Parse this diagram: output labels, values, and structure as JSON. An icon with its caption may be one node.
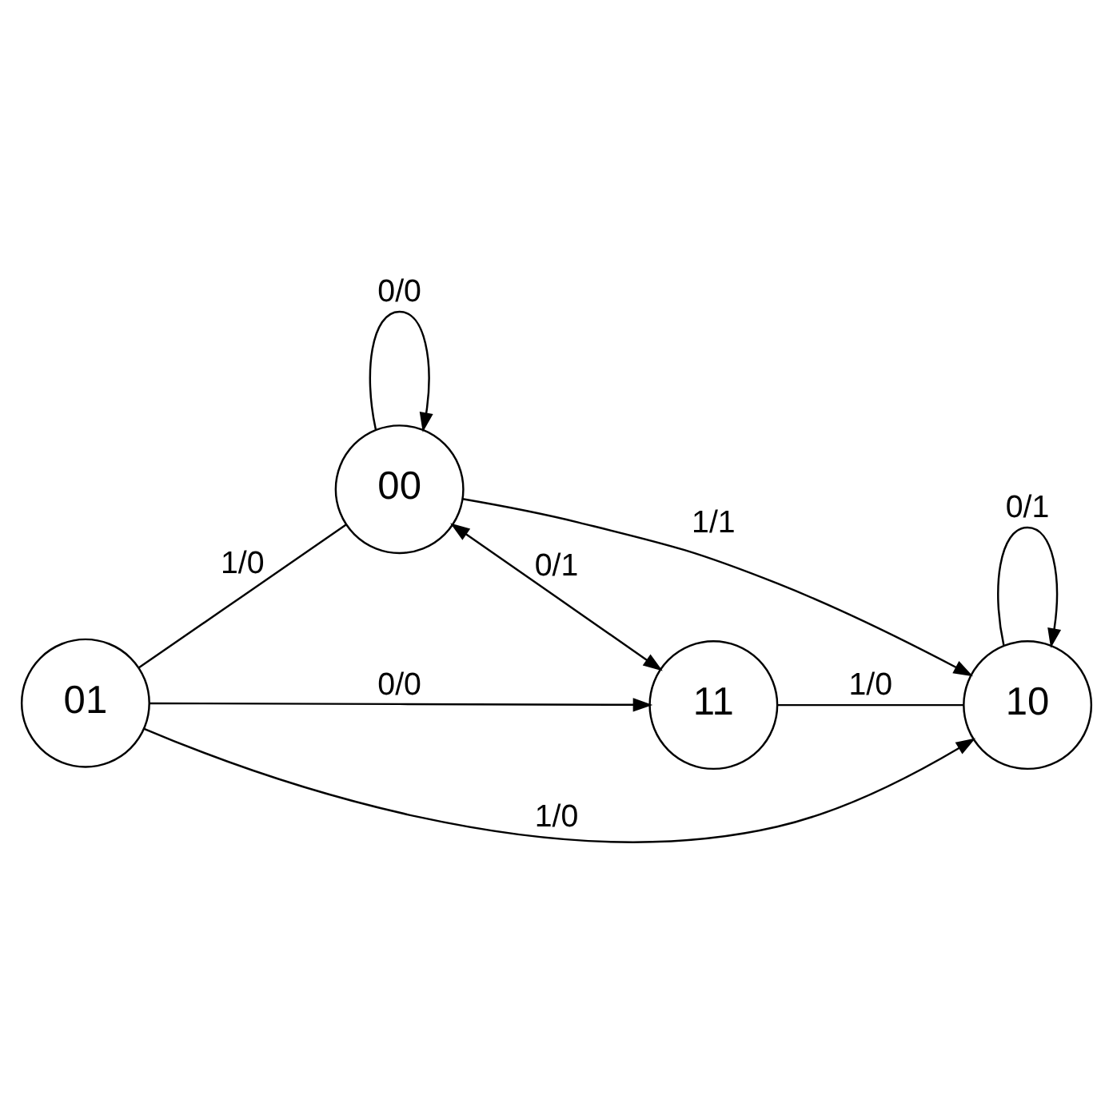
{
  "diagram": {
    "nodes": [
      {
        "text": [
          "00"
        ]
      },
      {
        "text": [
          "01"
        ]
      },
      {
        "text": [
          "11"
        ]
      },
      {
        "text": [
          "10"
        ]
      }
    ],
    "edges": [
      {
        "from": 0,
        "to": 0,
        "label": "0/0",
        "arrow": "to"
      },
      {
        "from": 0,
        "to": 2,
        "label": "0/1",
        "arrow": "both"
      },
      {
        "from": 0,
        "to": 3,
        "label": "1/1",
        "arrow": "to"
      },
      {
        "from": 1,
        "to": 0,
        "label": "1/0",
        "arrow": "none"
      },
      {
        "from": 1,
        "to": 2,
        "label": "0/0",
        "arrow": "to"
      },
      {
        "from": 1,
        "to": 3,
        "label": "1/0",
        "arrow": "to"
      },
      {
        "from": 2,
        "to": 3,
        "label": "1/0",
        "arrow": "none"
      },
      {
        "from": 3,
        "to": 3,
        "label": "0/1",
        "arrow": "to"
      }
    ]
  }
}
